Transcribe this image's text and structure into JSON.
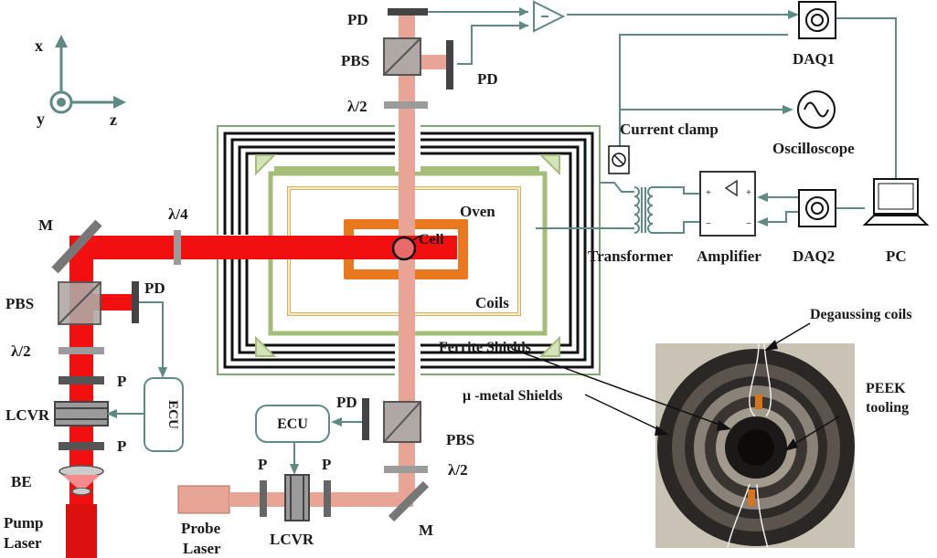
{
  "axes": {
    "x": "x",
    "y": "y",
    "z": "z"
  },
  "labels": {
    "pd_top": "PD",
    "pbs_top": "PBS",
    "pd_top_side": "PD",
    "half_wave_top": "λ/2",
    "daq1": "DAQ1",
    "current_clamp": "Current clamp",
    "oscilloscope": "Oscilloscope",
    "oven": "Oven",
    "cell": "Cell",
    "coils": "Coils",
    "transformer": "Transformer",
    "amplifier": "Amplifier",
    "daq2": "DAQ2",
    "pc": "PC",
    "mirror_left": "M",
    "quarter_wave": "λ/4",
    "pbs_left": "PBS",
    "pd_left": "PD",
    "half_wave_left": "λ/2",
    "polarizer_left_1": "P",
    "lcvr_left": "LCVR",
    "polarizer_left_2": "P",
    "ecu_left": "ECU",
    "be": "BE",
    "pump_laser_1": "Pump",
    "pump_laser_2": "Laser",
    "ferrite_shields": "Ferrite Shields",
    "mu_metal_shields": "μ -metal Shields",
    "pd_bottom": "PD",
    "ecu_bottom": "ECU",
    "pbs_bottom": "PBS",
    "half_wave_bottom": "λ/2",
    "polarizer_bottom_1": "P",
    "polarizer_bottom_2": "P",
    "probe_laser_1": "Probe",
    "probe_laser_2": "Laser",
    "lcvr_bottom": "LCVR",
    "mirror_bottom": "M",
    "degaussing_coils": "Degaussing coils",
    "peek_tooling_1": "PEEK",
    "peek_tooling_2": "tooling"
  },
  "colors": {
    "pump_beam": "#f20f0f",
    "probe_beam": "#e8a595",
    "signal_line": "#5e8a86",
    "oven": "#e9781f",
    "coils": "#a4bd78",
    "ferrite": "#d8c080",
    "shield": "#111111",
    "optic": "#9b9b9b"
  }
}
